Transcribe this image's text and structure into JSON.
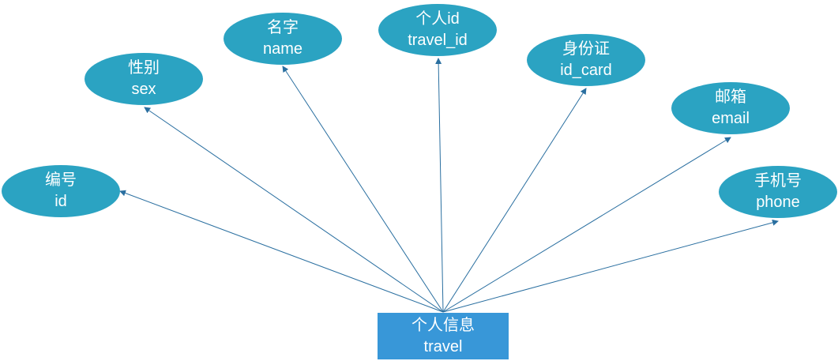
{
  "colors": {
    "attribute_fill": "#2ba3c2",
    "entity_fill": "#3897d8",
    "connector": "#2a6fa0",
    "text": "#ffffff"
  },
  "entity": {
    "cn": "个人信息",
    "en": "travel"
  },
  "attributes": [
    {
      "key": "id",
      "cn": "编号",
      "en": "id"
    },
    {
      "key": "sex",
      "cn": "性别",
      "en": "sex"
    },
    {
      "key": "name",
      "cn": "名字",
      "en": "name"
    },
    {
      "key": "travel_id",
      "cn": "个人id",
      "en": "travel_id"
    },
    {
      "key": "id_card",
      "cn": "身份证",
      "en": "id_card"
    },
    {
      "key": "email",
      "cn": "邮箱",
      "en": "email"
    },
    {
      "key": "phone",
      "cn": "手机号",
      "en": "phone"
    }
  ]
}
